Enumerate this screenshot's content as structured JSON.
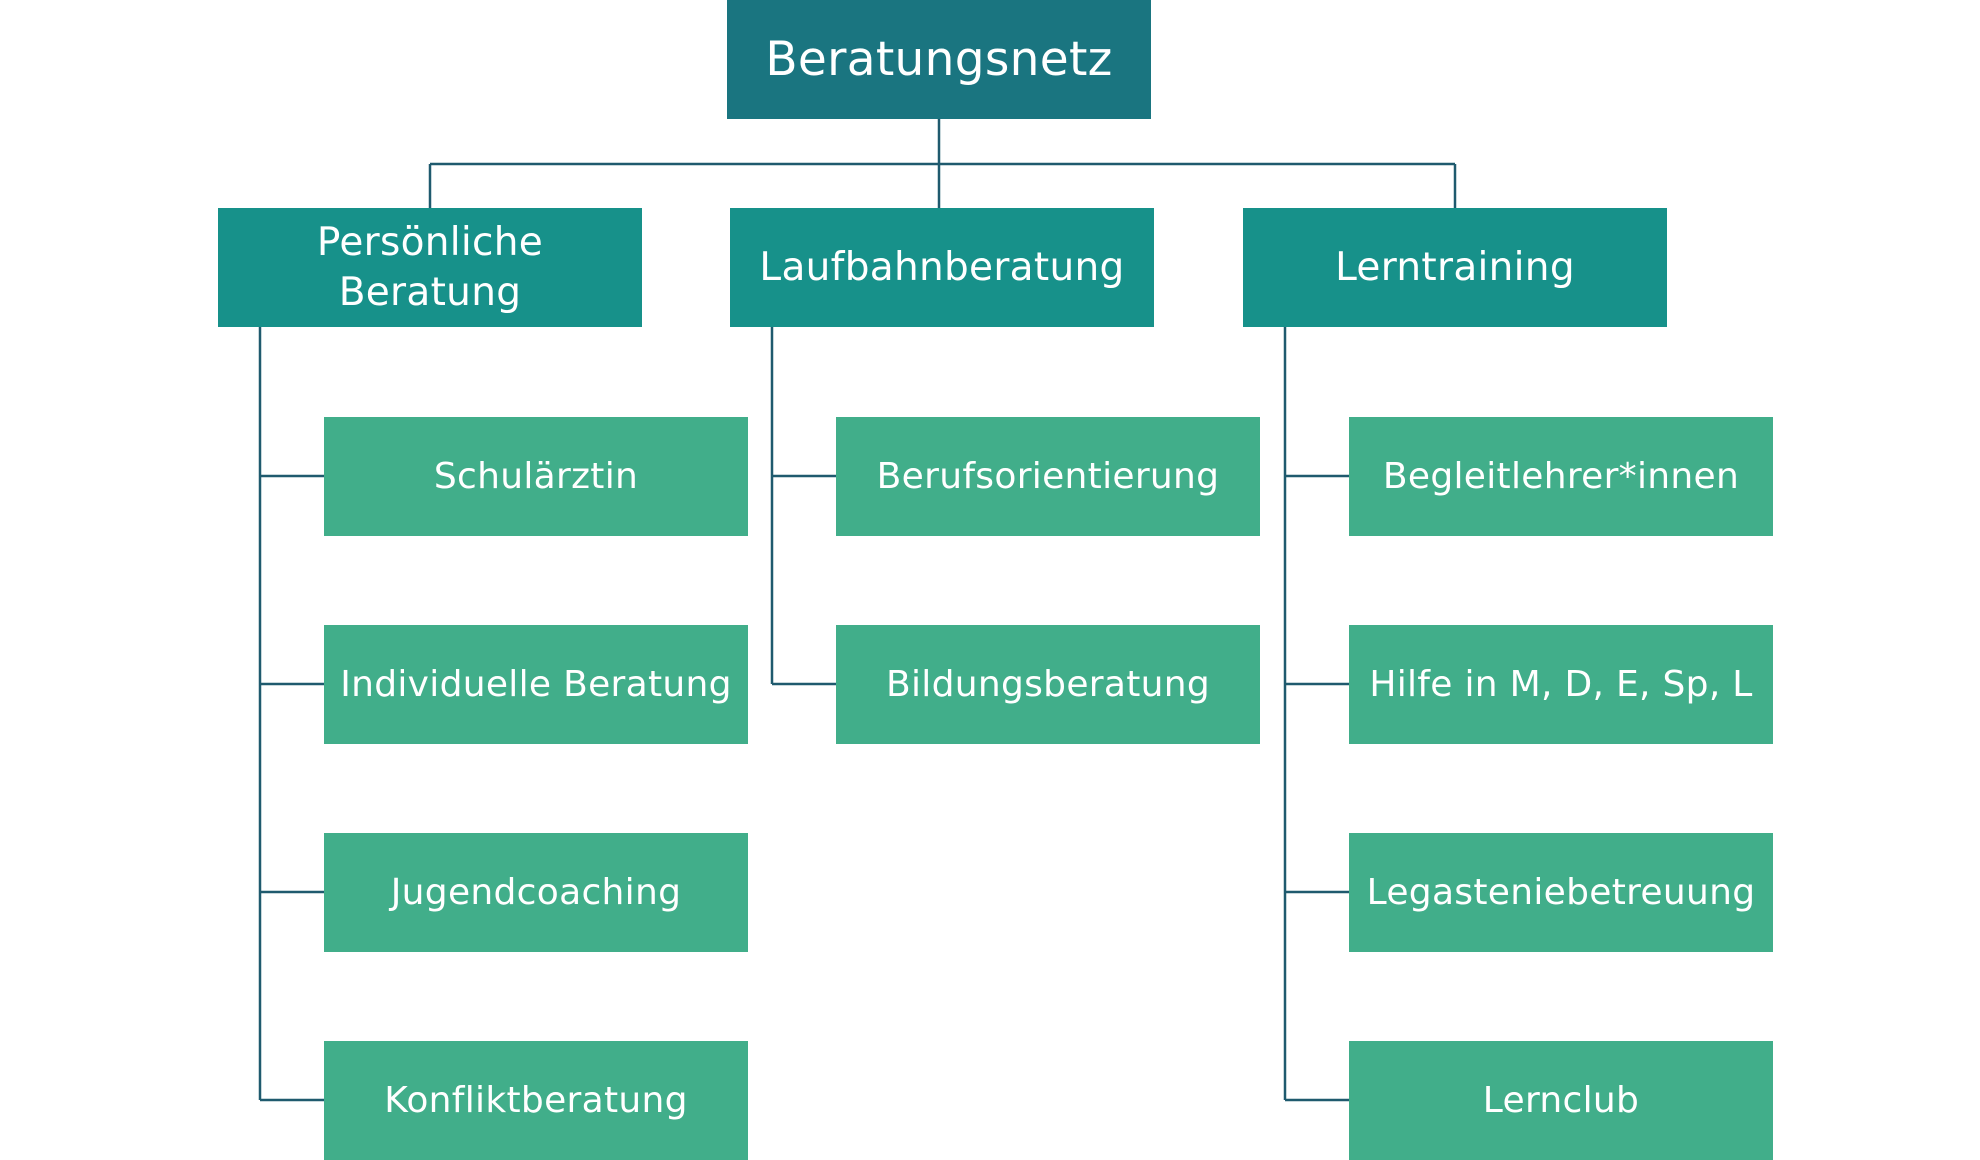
{
  "root": {
    "label": "Beratungsnetz"
  },
  "branches": [
    {
      "label_line1": "Persönliche",
      "label_line2": "Beratung",
      "children": [
        "Schulärztin",
        "Individuelle Beratung",
        "Jugendcoaching",
        "Konfliktberatung"
      ]
    },
    {
      "label": "Laufbahnberatung",
      "children": [
        "Berufsorientierung",
        "Bildungsberatung"
      ]
    },
    {
      "label": "Lerntraining",
      "children": [
        "Begleitlehrer*innen",
        "Hilfe in M, D, E, Sp, L",
        "Legasteniebetreuung",
        "Lernclub"
      ]
    }
  ],
  "colors": {
    "root_fill": "#1a7580",
    "branch_fill": "#17918a",
    "leaf_fill": "#41ae8a",
    "connector": "#1f5a6e",
    "text": "#ffffff"
  }
}
